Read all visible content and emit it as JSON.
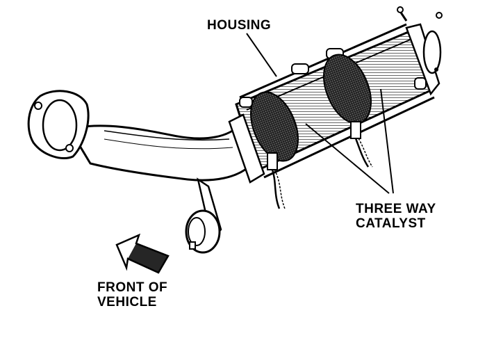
{
  "labels": {
    "housing": "HOUSING",
    "catalyst_line1": "THREE WAY",
    "catalyst_line2": "CATALYST",
    "front_line1": "FRONT OF",
    "front_line2": "VEHICLE"
  },
  "colors": {
    "ink": "#000000",
    "paper": "#ffffff",
    "catalyst_fill": "#333333"
  }
}
